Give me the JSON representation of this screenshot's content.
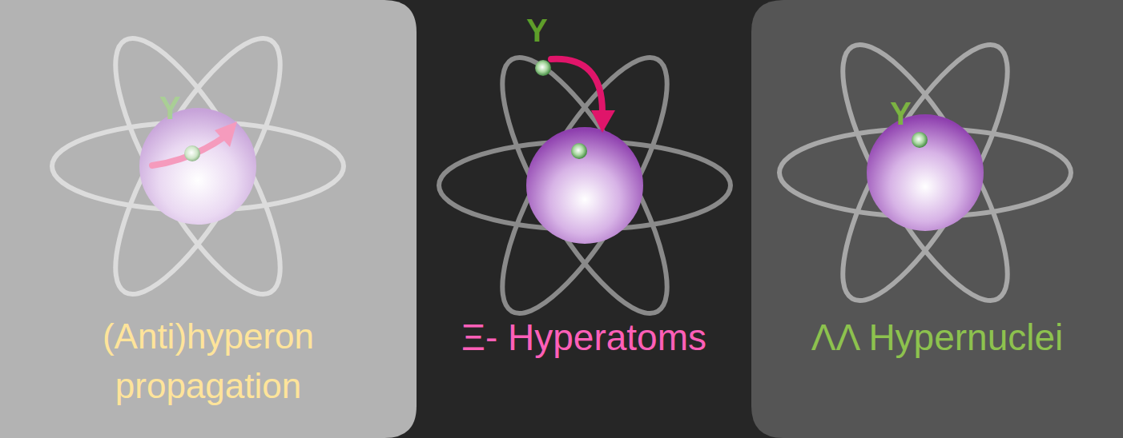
{
  "diagram": {
    "nodes": [
      {
        "text": [
          "(Anti)hyperon propagation"
        ]
      },
      {
        "text": [
          "Ξ- Hyperatoms"
        ]
      },
      {
        "text": [
          "ΛΛ Hypernuclei"
        ]
      }
    ],
    "labels": [
      "Y",
      "Y",
      "Y"
    ]
  }
}
